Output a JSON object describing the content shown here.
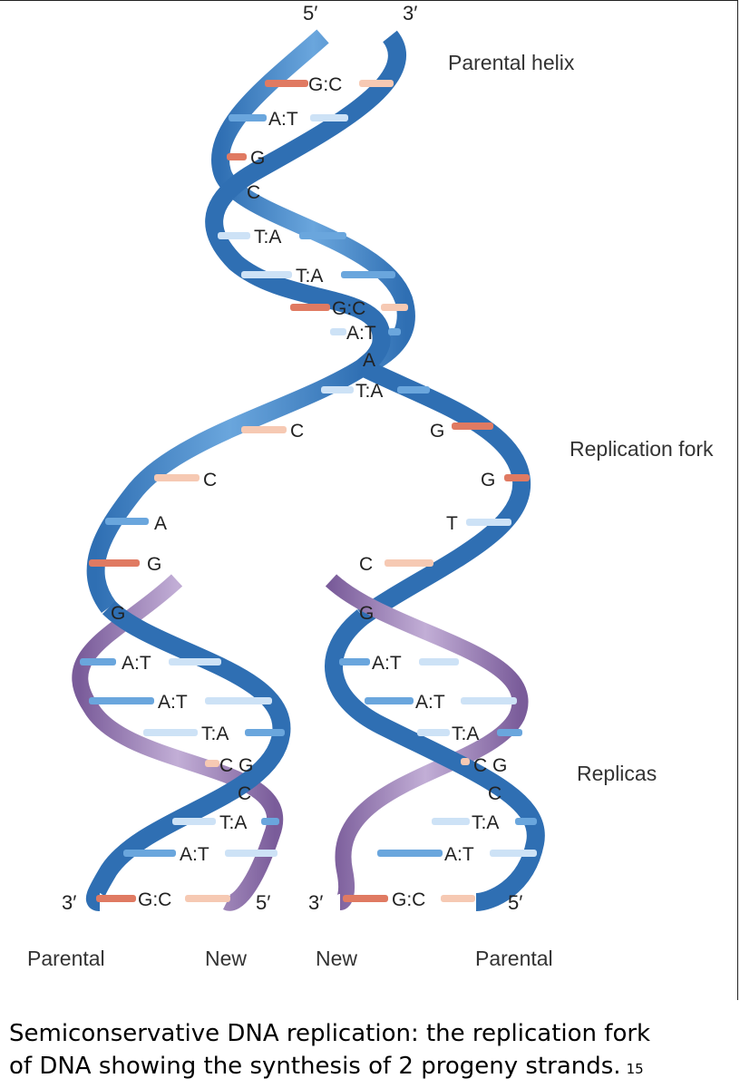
{
  "labels": {
    "parental_helix": "Parental helix",
    "replication_fork": "Replication fork",
    "replicas": "Replicas"
  },
  "strand_ends": {
    "top_left": "5′",
    "top_right": "3′",
    "bottom_1": "3′",
    "bottom_2": "5′",
    "bottom_3": "3′",
    "bottom_4": "5′"
  },
  "bottom_labels": [
    "Parental",
    "New",
    "New",
    "Parental"
  ],
  "bases": {
    "parent": [
      "G:C",
      "A:T",
      "G",
      "C",
      "T:A",
      "T:A",
      "G:C",
      "A:T",
      "A",
      "T:A"
    ],
    "fork_left": [
      "C",
      "C",
      "A",
      "G"
    ],
    "fork_right": [
      "G",
      "G",
      "T",
      "C"
    ],
    "replica_left": [
      "G",
      "A:T",
      "A:T",
      "T:A",
      "C G",
      "C",
      "T:A",
      "A:T",
      "G:C"
    ],
    "replica_right": [
      "G",
      "A:T",
      "A:T",
      "T:A",
      "C G",
      "C",
      "T:A",
      "A:T",
      "G:C"
    ]
  },
  "caption": {
    "line1": "Semiconservative DNA replication: the replication fork",
    "line2": "of DNA showing the synthesis of 2 progeny strands.",
    "page": "15"
  },
  "colors": {
    "parental_strand": "#3a7bbf",
    "new_strand": "#8a6aa8",
    "gc_pair": "#e07a62",
    "at_pair": "#9cc4ea"
  }
}
